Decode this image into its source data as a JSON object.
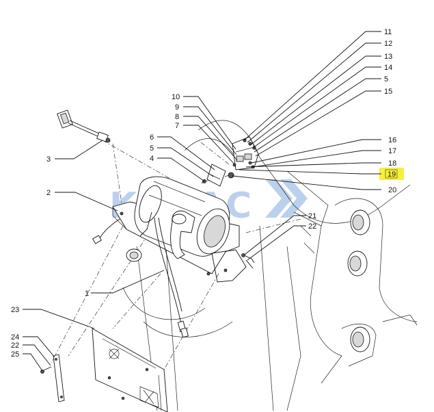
{
  "watermark": {
    "text": "KOBAC"
  },
  "highlight": {
    "color": "#f7ef3a"
  },
  "callouts": [
    {
      "id": "11",
      "label": "11"
    },
    {
      "id": "12",
      "label": "12"
    },
    {
      "id": "13",
      "label": "13"
    },
    {
      "id": "14",
      "label": "14"
    },
    {
      "id": "5a",
      "label": "5"
    },
    {
      "id": "15",
      "label": "15"
    },
    {
      "id": "10",
      "label": "10"
    },
    {
      "id": "9",
      "label": "9"
    },
    {
      "id": "8",
      "label": "8"
    },
    {
      "id": "7",
      "label": "7"
    },
    {
      "id": "16",
      "label": "16"
    },
    {
      "id": "17",
      "label": "17"
    },
    {
      "id": "18",
      "label": "18"
    },
    {
      "id": "19",
      "label": "19"
    },
    {
      "id": "20",
      "label": "20"
    },
    {
      "id": "6",
      "label": "6"
    },
    {
      "id": "5b",
      "label": "5"
    },
    {
      "id": "4",
      "label": "4"
    },
    {
      "id": "3",
      "label": "3"
    },
    {
      "id": "2",
      "label": "2"
    },
    {
      "id": "21",
      "label": "21"
    },
    {
      "id": "22a",
      "label": "22"
    },
    {
      "id": "1",
      "label": "1"
    },
    {
      "id": "23",
      "label": "23"
    },
    {
      "id": "24",
      "label": "24"
    },
    {
      "id": "22b",
      "label": "22"
    },
    {
      "id": "25",
      "label": "25"
    }
  ]
}
